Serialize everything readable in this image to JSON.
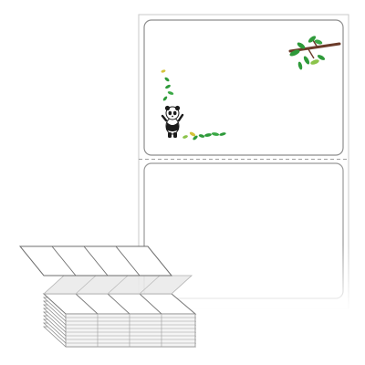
{
  "product": {
    "kind": "fanfold-label-sheet",
    "label_count_visible": 2,
    "top_label": {
      "illustration": "panda-with-leaves-and-branch-icon",
      "shape": "rounded-rectangle"
    },
    "bottom_label": {
      "illustration": "",
      "shape": "rounded-rectangle"
    },
    "perforation": "dashed-line-icon",
    "stack_illustration": "fanfold-label-stack-icon"
  },
  "colors": {
    "background": "#ffffff",
    "label_border": "#9a9a9a",
    "sheet_border": "#c8c8c8",
    "leaf_green": "#2e9a3a",
    "leaf_light": "#8bc34a",
    "branch_brown": "#6b3b2a",
    "panda_black": "#1b1b1b",
    "stack_edge": "#8c8c8c",
    "stack_fold": "#e6e6e6"
  }
}
